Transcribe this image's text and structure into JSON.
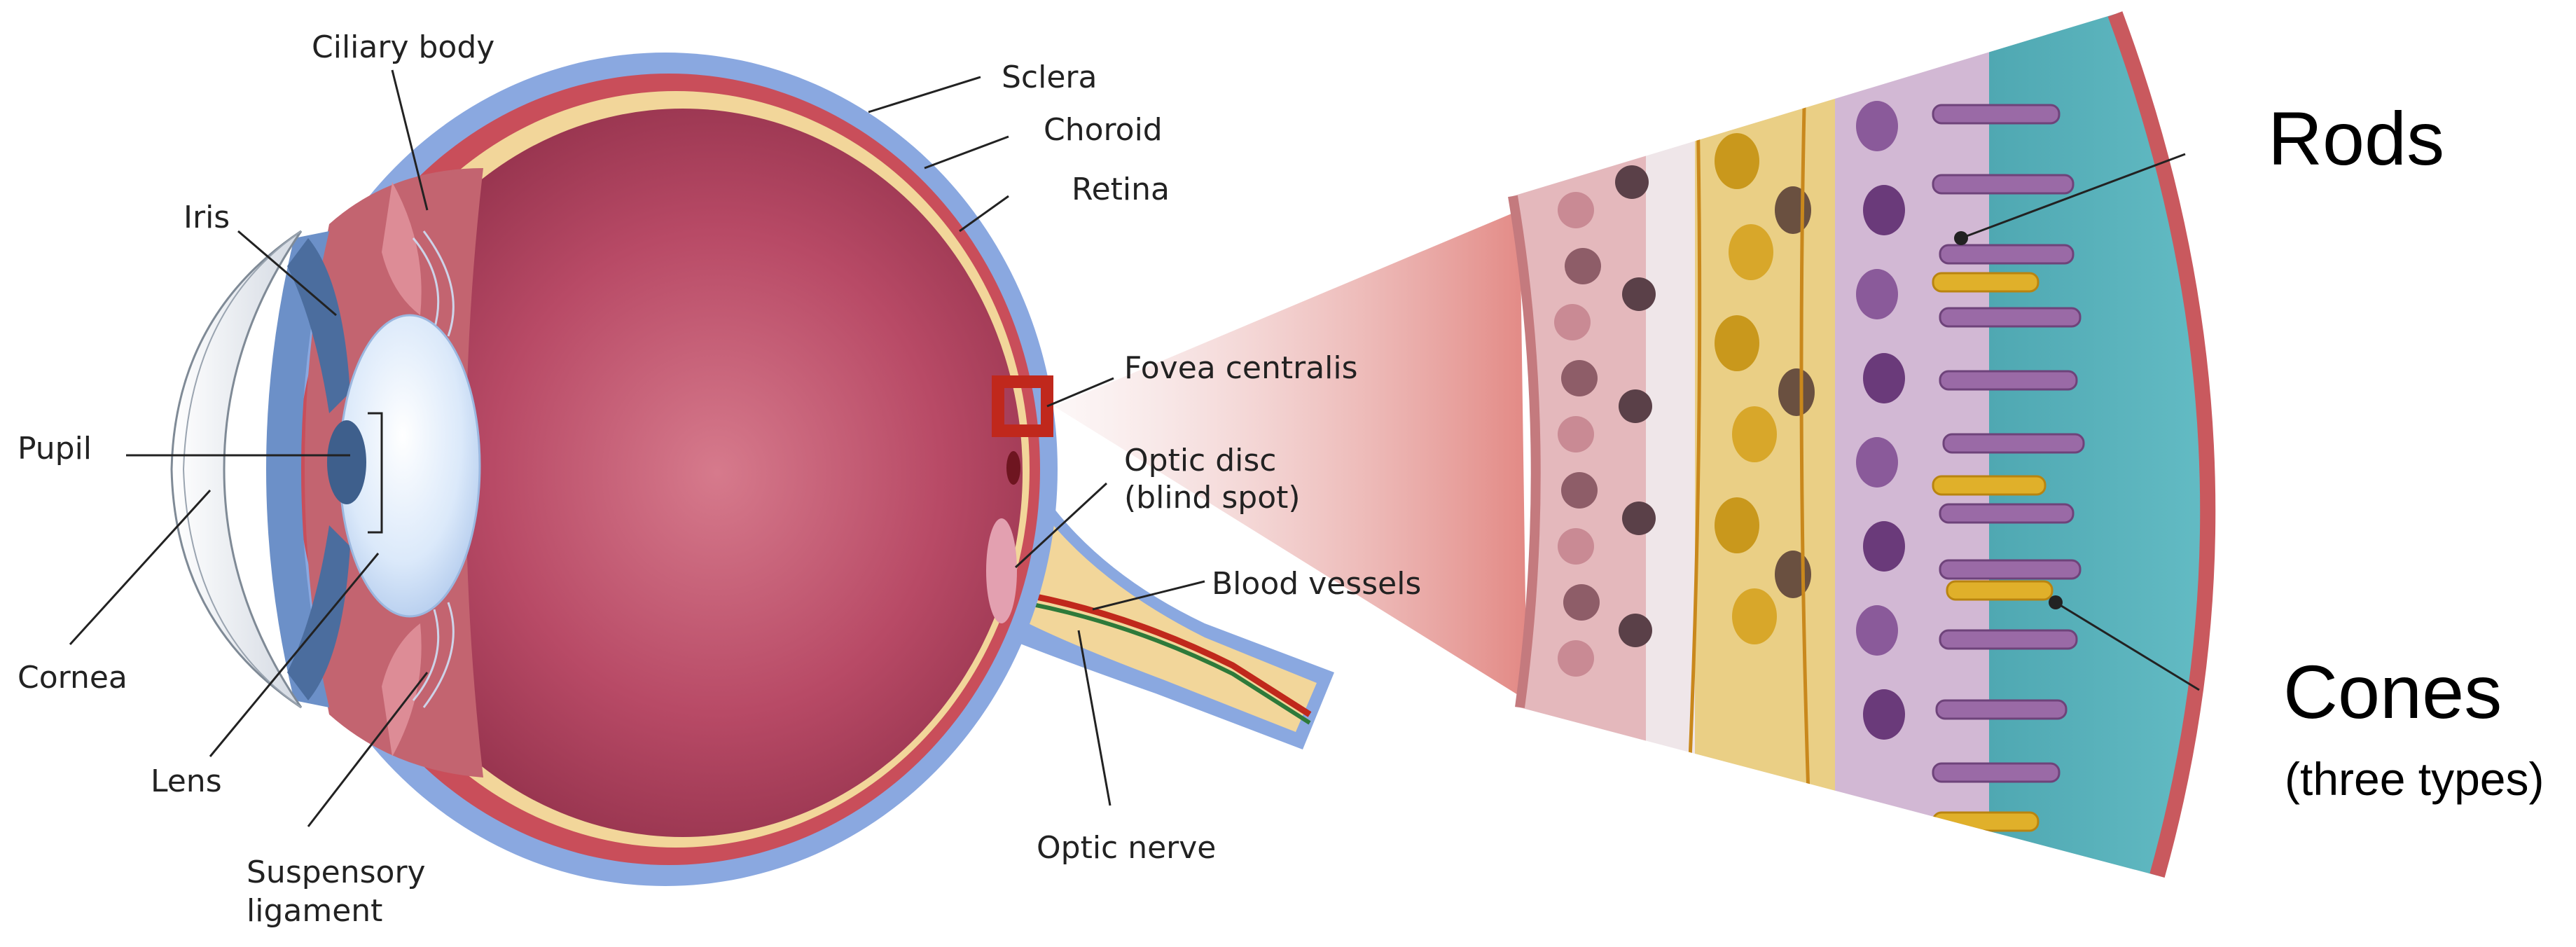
{
  "eye_labels": {
    "ciliary_body": "Ciliary body",
    "sclera": "Sclera",
    "choroid": "Choroid",
    "retina": "Retina",
    "iris": "Iris",
    "fovea_centralis": "Fovea centralis",
    "pupil": "Pupil",
    "optic_disc_line1": "Optic disc",
    "optic_disc_line2": "(blind spot)",
    "blood_vessels": "Blood vessels",
    "cornea": "Cornea",
    "lens": "Lens",
    "suspensory_ligament_line1": "Suspensory",
    "suspensory_ligament_line2": "ligament",
    "optic_nerve": "Optic nerve"
  },
  "retina_labels": {
    "rods": "Rods",
    "cones": "Cones",
    "cones_note": "(three types)"
  },
  "colors": {
    "sclera": "#8aa8e0",
    "choroid": "#c94e5a",
    "retina": "#f2d69a",
    "vitreous": "#b84a66",
    "cone_yellow": "#e0b02a",
    "rod_purple": "#9a6aa6",
    "epithelium_teal": "#5fb8c0",
    "highlight_box": "#c0281c"
  }
}
